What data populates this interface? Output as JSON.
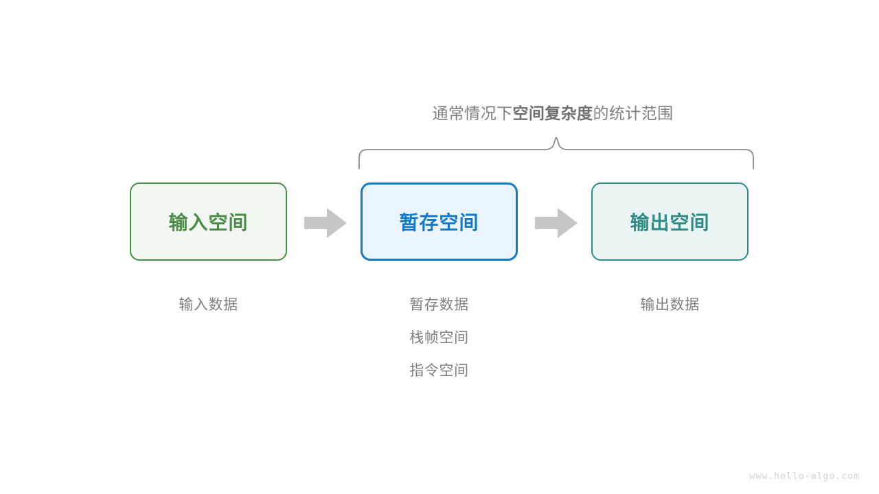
{
  "figure": {
    "title_prefix": "通常情况下",
    "title_emphasis": "空间复杂度",
    "title_suffix": "的统计范围",
    "watermark": "www.hello-algo.com"
  },
  "colors": {
    "input_border": "#4c8c4a",
    "input_fill": "#f2f8f1",
    "input_text": "#4c8c4a",
    "temp_border": "#1479c4",
    "temp_fill": "#eaf4fd",
    "temp_text": "#1479c4",
    "output_border": "#2e8b86",
    "output_fill": "#eaf5f3",
    "output_text": "#2e8b86",
    "arrow": "#c6c6c6",
    "brace": "#8a8a8a",
    "label_text": "#808080",
    "caption_text": "#808080",
    "watermark_text": "#d2d2d2",
    "background": "#ffffff"
  },
  "stages": [
    {
      "key": "input",
      "box_label": "输入空间",
      "labels": [
        "输入数据"
      ],
      "inside_brace": false
    },
    {
      "key": "temp",
      "box_label": "暂存空间",
      "labels": [
        "暂存数据",
        "栈帧空间",
        "指令空间"
      ],
      "inside_brace": true
    },
    {
      "key": "output",
      "box_label": "输出空间",
      "labels": [
        "输出数据"
      ],
      "inside_brace": true
    }
  ],
  "arrows": [
    {
      "from": "input",
      "to": "temp",
      "glyph": "right-arrow"
    },
    {
      "from": "temp",
      "to": "output",
      "glyph": "right-arrow"
    }
  ],
  "brace": {
    "orientation": "horizontal-top",
    "spans": [
      "temp",
      "output"
    ],
    "direction": "up"
  }
}
